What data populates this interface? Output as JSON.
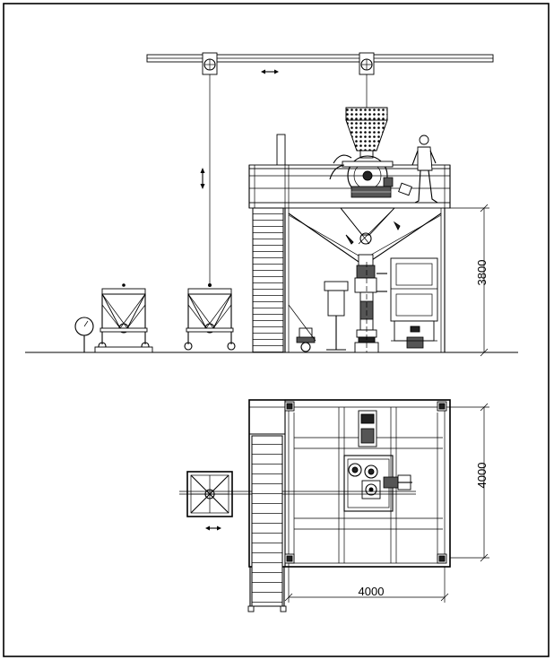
{
  "drawing": {
    "elevation_height_label": "3800",
    "plan_depth_label": "4000",
    "plan_width_label": "4000"
  },
  "colors": {
    "line": "#000000",
    "background": "#ffffff"
  }
}
